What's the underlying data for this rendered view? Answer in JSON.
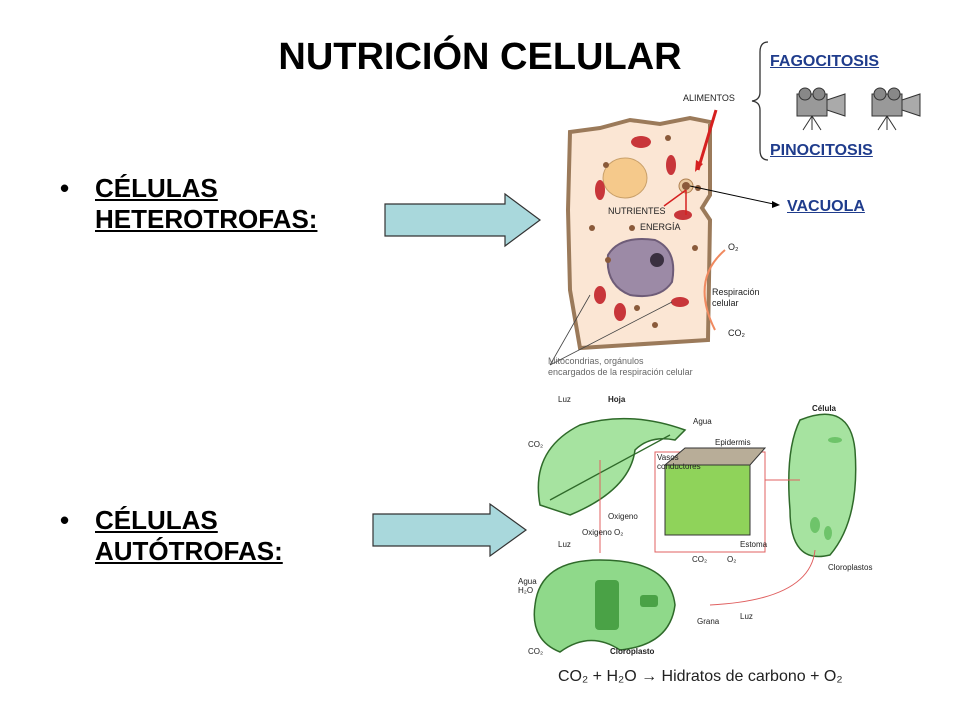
{
  "title": "NUTRICIÓN CELULAR",
  "bullets": [
    {
      "marker": "•",
      "line1": "CÉLULAS",
      "line2": "HETEROTROFAS:"
    },
    {
      "marker": "•",
      "line1": "CÉLULAS",
      "line2": "AUTÓTROFAS:"
    }
  ],
  "side_labels": {
    "fagocitosis": "FAGOCITOSIS",
    "pinocitosis": "PINOCITOSIS",
    "vacuola": "VACUOLA"
  },
  "media_icons": [
    "video-camera-icon",
    "video-camera-icon"
  ],
  "heterotroph_diagram": {
    "alimentos": "ALIMENTOS",
    "nutrientes": "NUTRIENTES",
    "energia": "ENERGÍA",
    "o2": "O₂",
    "respiracion": "Respiración",
    "celular": "celular",
    "co2": "CO₂",
    "caption1": "Mitocondrias, orgánulos",
    "caption2": "encargados de la respiración celular"
  },
  "autotroph_diagram": {
    "luz": "Luz",
    "hoja": "Hoja",
    "agua": "Agua",
    "co2": "CO₂",
    "oxigeno": "Oxigeno",
    "epidermis": "Epidermis",
    "vasos": "Vasos",
    "conductores": "conductores",
    "estoma": "Estoma",
    "o2": "O₂",
    "celula": "Célula",
    "cloroplastos": "Cloroplastos",
    "oxigeno_o2": "Oxigeno O₂",
    "luz2": "Luz",
    "agua_h2o_1": "Agua",
    "agua_h2o_2": "H₂O",
    "grana": "Grana",
    "co2_b": "CO₂",
    "cloroplasto": "Cloroplasto",
    "luz3": "Luz",
    "equation": "CO₂ + H₂O → Hidratos de carbono + O₂"
  },
  "colors": {
    "arrow_fill": "#a9d8dc",
    "label_blue": "#1f3c8c",
    "leaf_green": "#a6e3a0",
    "cell_fill": "#fbe6d4"
  }
}
